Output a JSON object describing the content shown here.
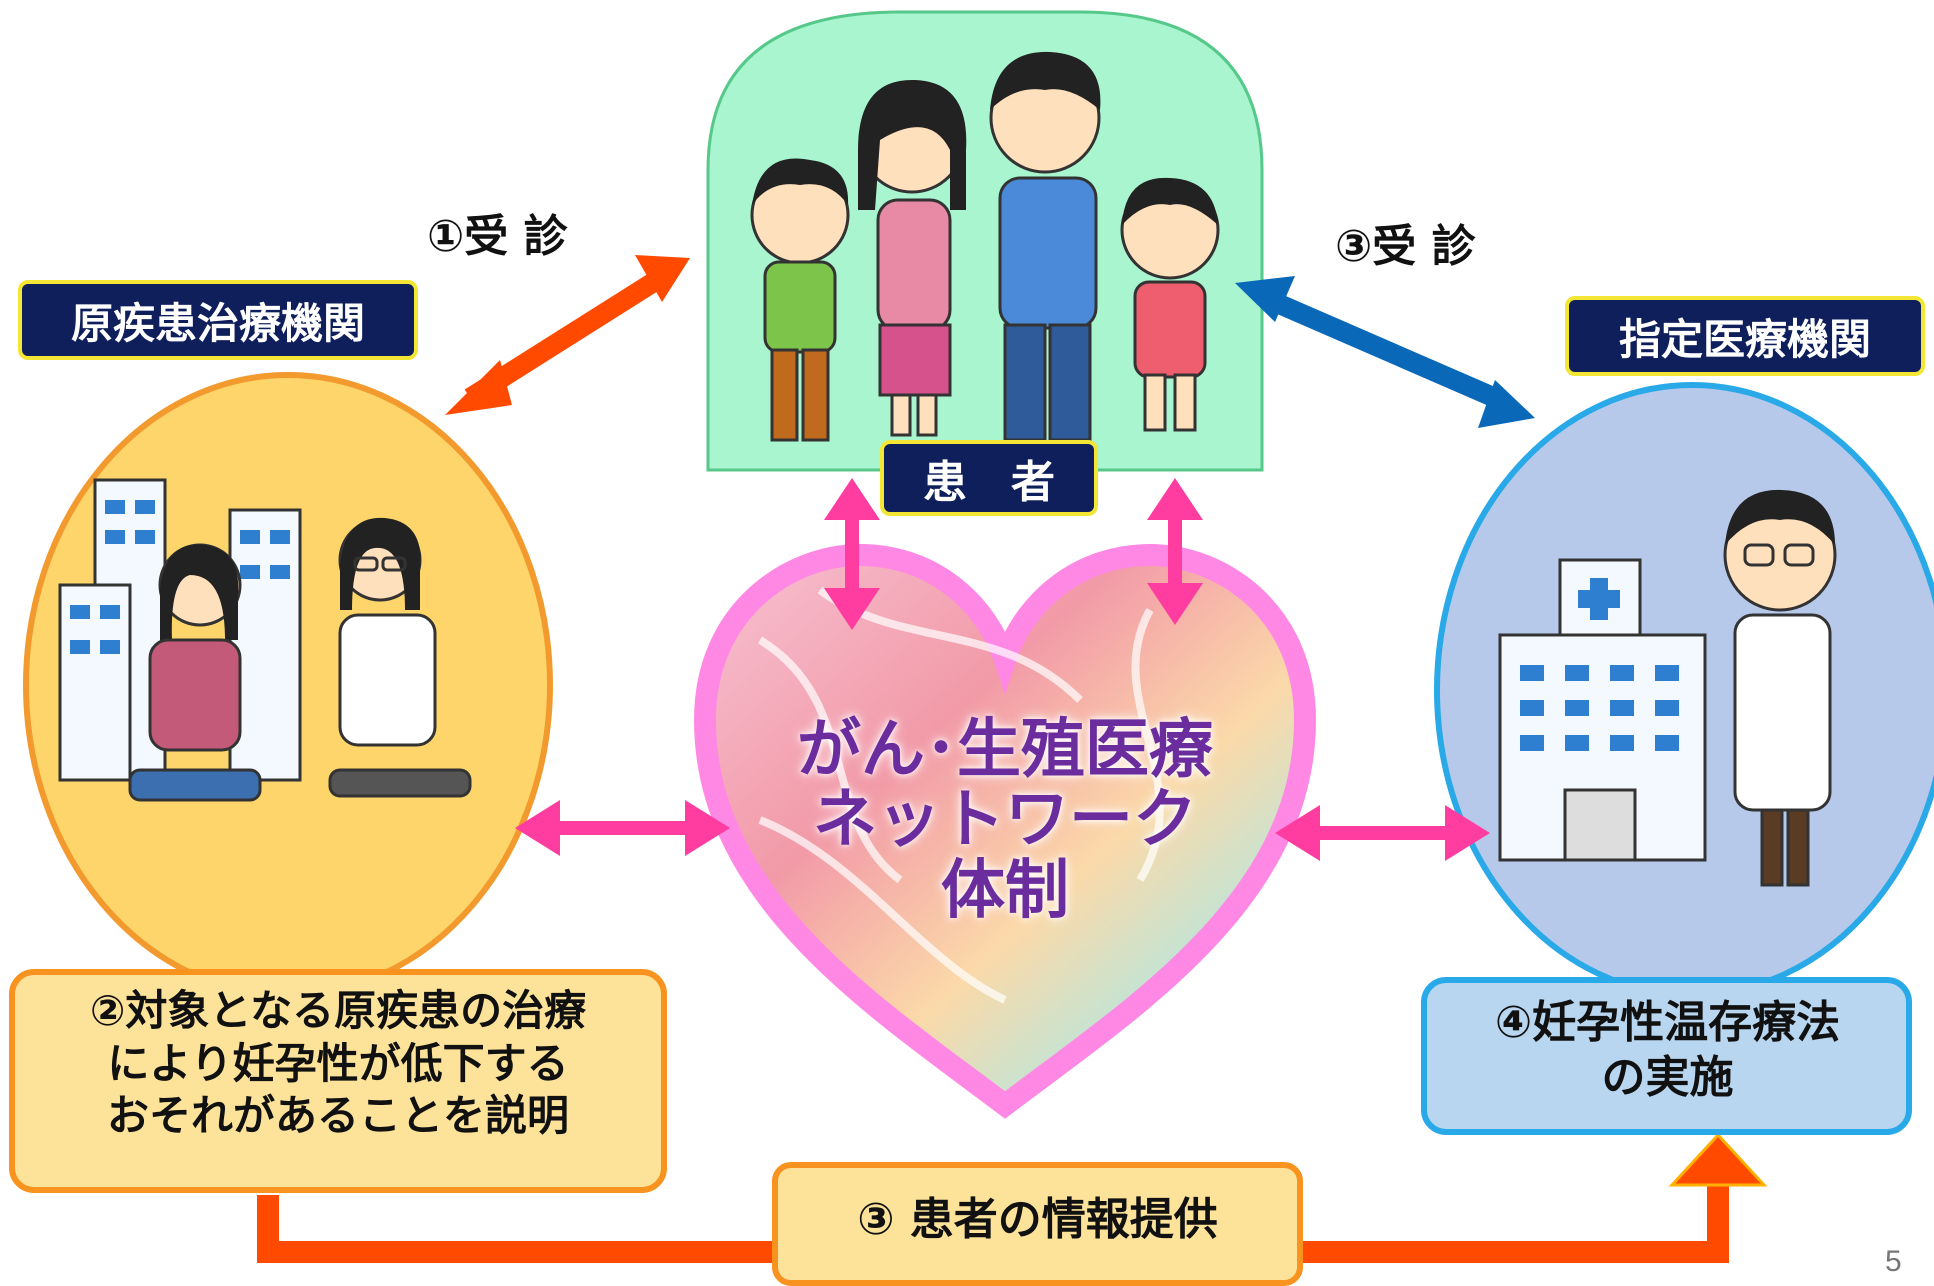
{
  "page_number": "5",
  "patient": {
    "label": "患　者"
  },
  "left_institution": {
    "label": "原疾患治療機関"
  },
  "right_institution": {
    "label": "指定医療機関"
  },
  "steps": {
    "step1": "①受 診",
    "step3_top": "③受 診",
    "step2_lines": [
      "②対象となる原疾患の治療",
      "により妊孕性が低下する",
      "おそれがあることを説明"
    ],
    "step4_lines": [
      "④妊孕性温存療法",
      "の実施"
    ],
    "step3_bottom": "③ 患者の情報提供"
  },
  "center": {
    "lines": [
      "がん･生殖医療",
      "ネットワーク",
      "体制"
    ]
  },
  "colors": {
    "navy": "#0f1f5c",
    "yellow_border": "#f3e635",
    "orange_arrow": "#ff4a00",
    "blue_arrow": "#0a68b8",
    "pink_arrow": "#ff3ca0",
    "green_panel": "#a8f5cf",
    "left_circle": "#fdd56a",
    "right_circle": "#b7c9ea",
    "heart_border": "#ff88e4",
    "center_text": "#6b2d9e"
  },
  "icons": {
    "family": "family-illustration",
    "left": "patient-doctor-consultation-illustration",
    "right": "hospital-doctor-illustration"
  }
}
